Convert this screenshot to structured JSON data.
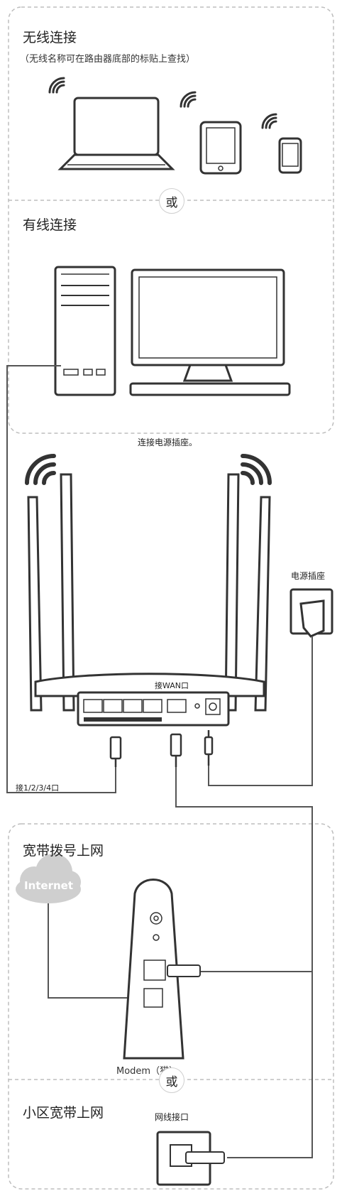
{
  "wireless": {
    "title": "无线连接",
    "subtitle": "（无线名称可在路由器底部的标贴上查找）"
  },
  "or_label": "或",
  "wired": {
    "title": "有线连接"
  },
  "router": {
    "power_note": "连接电源插座。",
    "wan_label": "接WAN口",
    "lan_label": "接1/2/3/4口",
    "outlet_label": "电源插座"
  },
  "broadband": {
    "title": "宽带拨号上网",
    "internet_label": "Internet",
    "modem_label": "Modem（猫）"
  },
  "community": {
    "title": "小区宽带上网",
    "jack_label": "网线接口"
  }
}
